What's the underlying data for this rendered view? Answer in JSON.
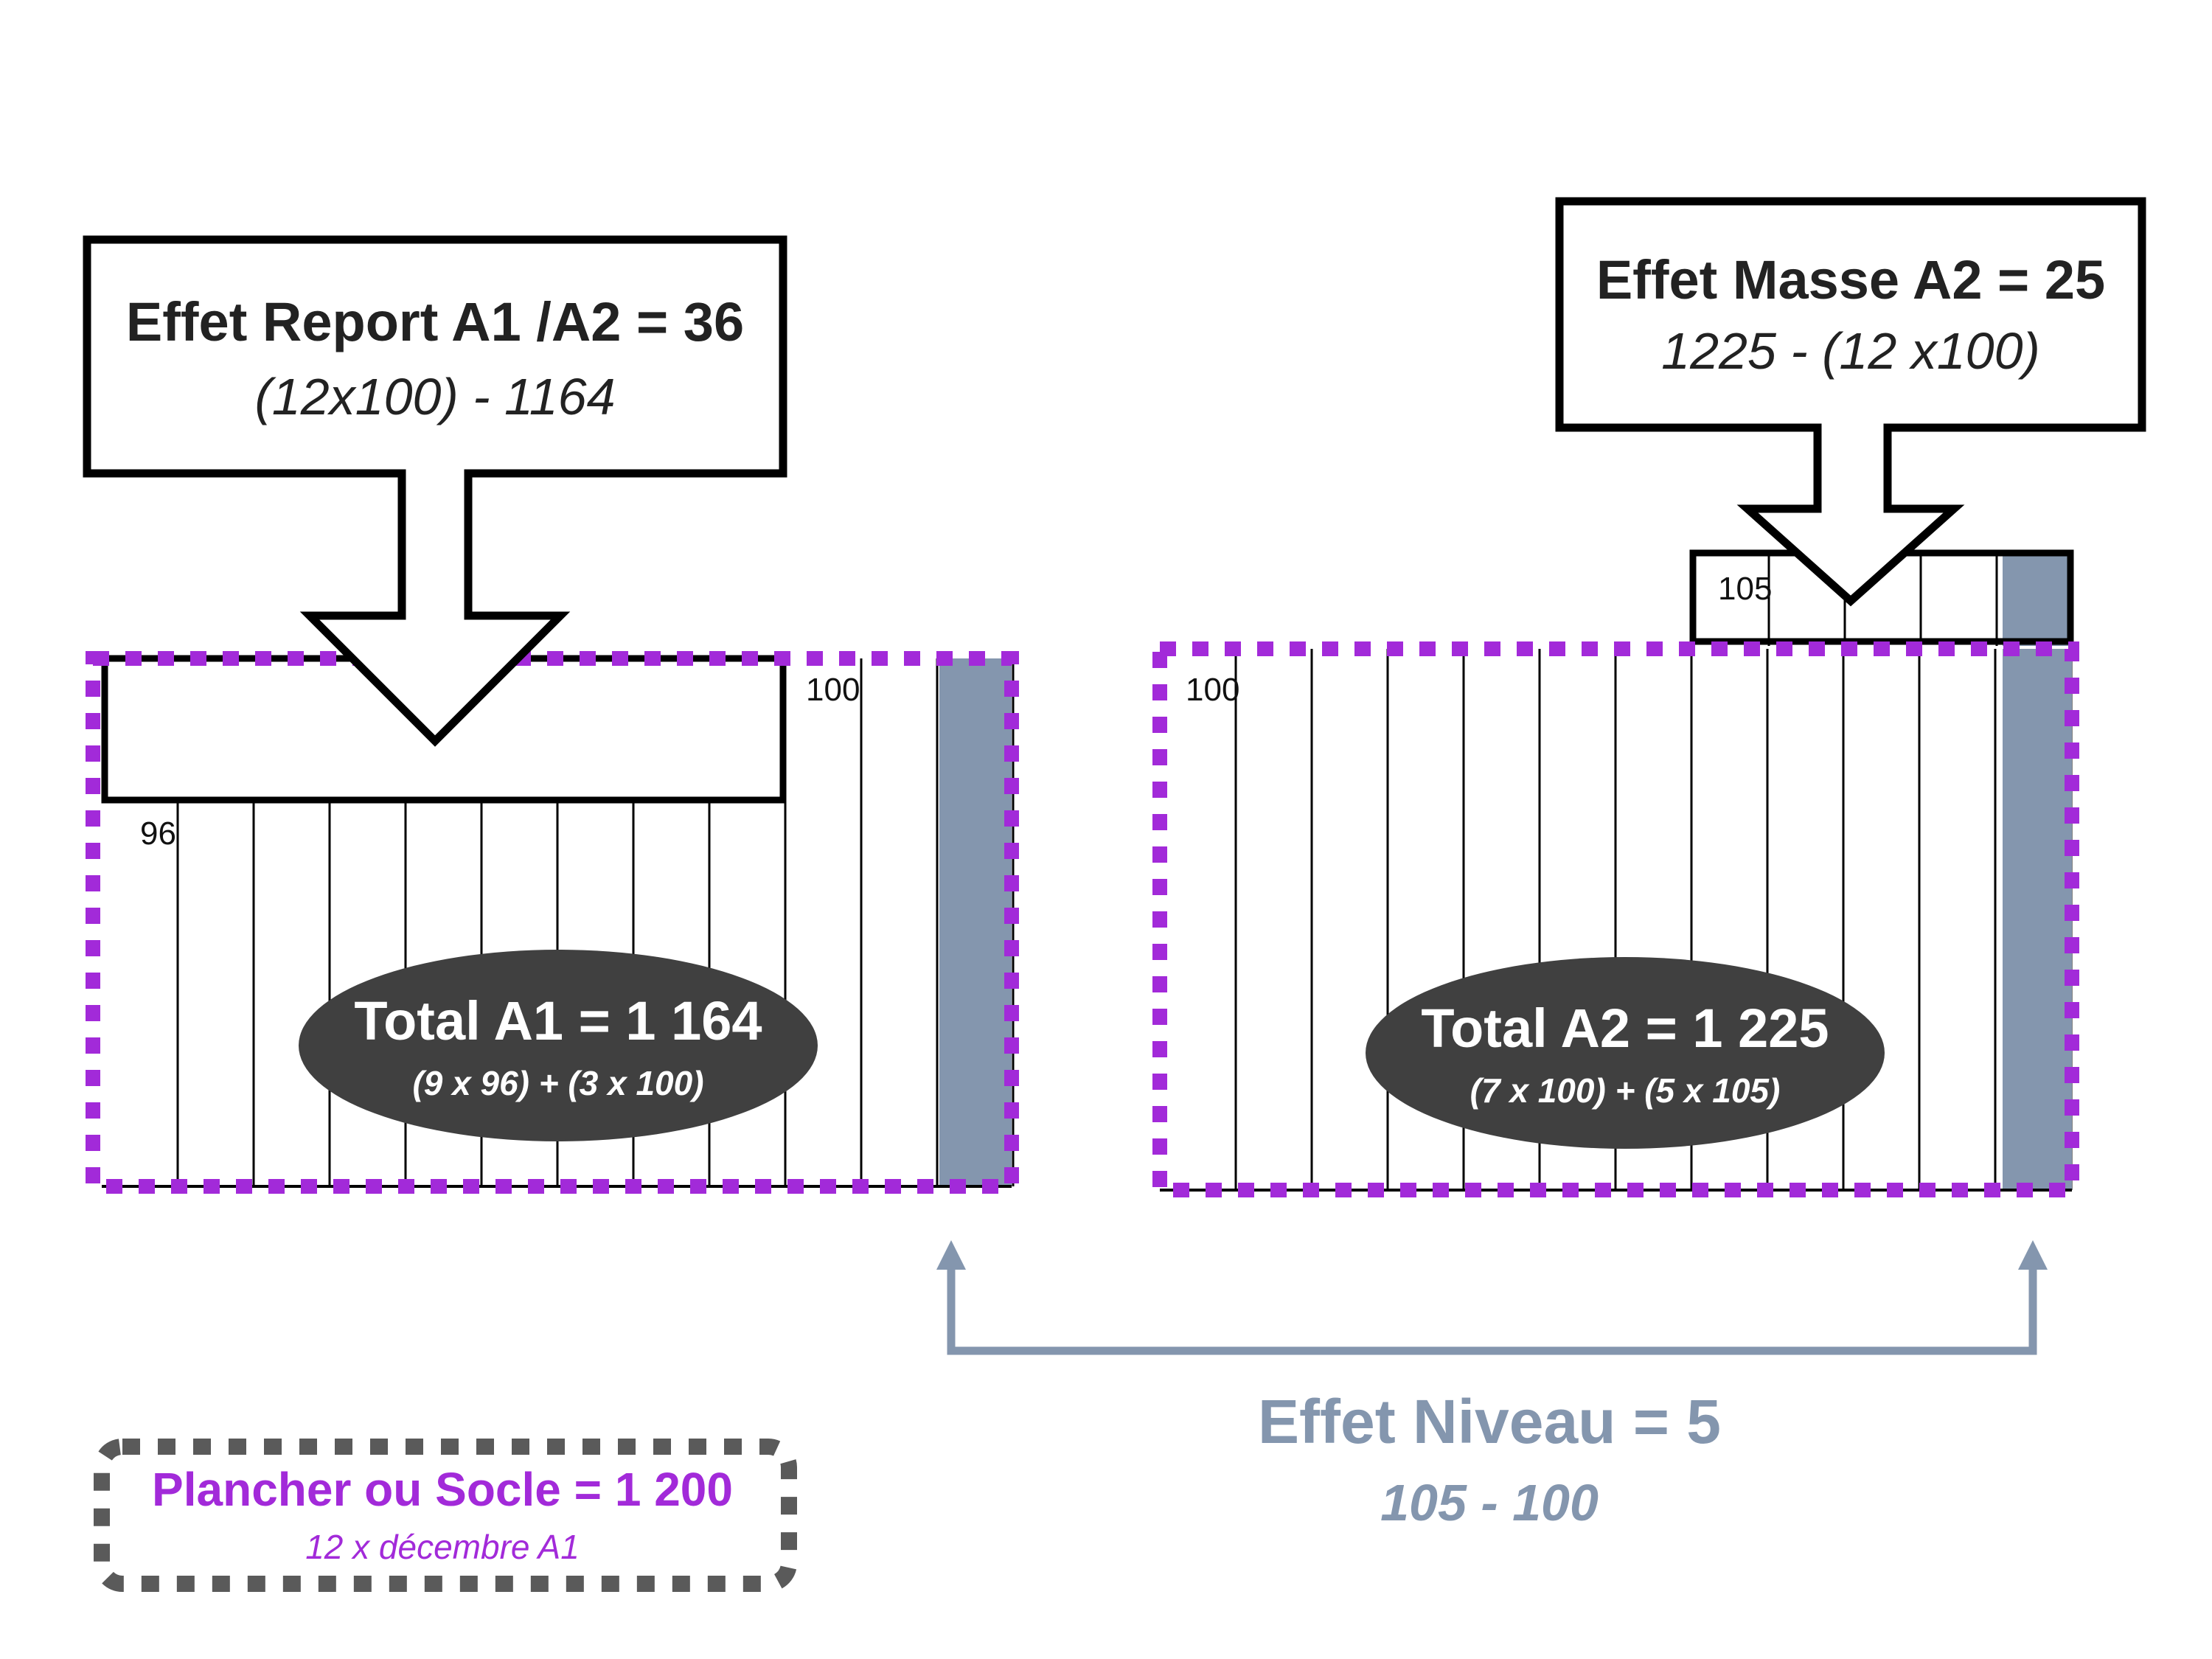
{
  "report": {
    "title": "Effet Report A1 /A2 = 36",
    "formula": "(12x100) - 1164"
  },
  "masse": {
    "title": "Effet Masse A2  = 25",
    "formula": "1225 - (12 x100)"
  },
  "a1": {
    "label_top": "100",
    "label_bottom": "96",
    "total": "Total A1 = 1 164",
    "formula": "(9 x 96) + (3 x 100)"
  },
  "a2": {
    "label_top": "100",
    "label_added": "105",
    "total": "Total A2 = 1 225",
    "formula": "(7 x 100) + (5 x 105)"
  },
  "niveau": {
    "title": "Effet Niveau = 5",
    "formula": "105 - 100"
  },
  "socle": {
    "title": "Plancher ou Socle = 1 200",
    "formula": "12 x décembre A1"
  },
  "colors": {
    "purple": "#a22ad9",
    "slate": "#8496ae",
    "dark": "#404040",
    "gray_dash": "#5a5a5a"
  }
}
